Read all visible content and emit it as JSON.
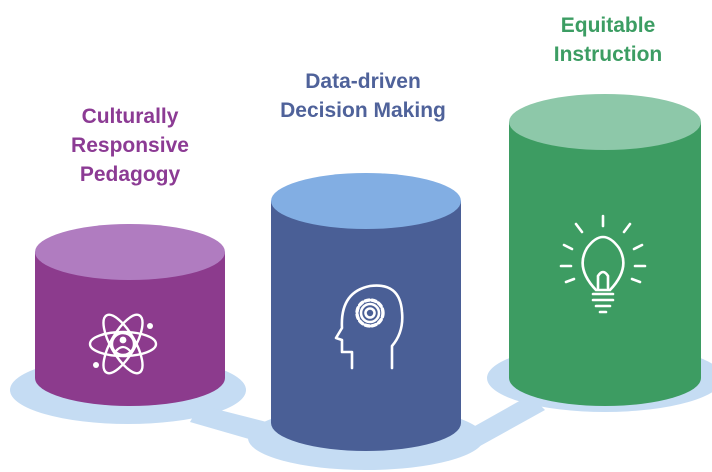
{
  "pillars": [
    {
      "title_lines": [
        "Culturally",
        "Responsive",
        "Pedagogy"
      ],
      "icon": "atom-person-icon",
      "colors": {
        "body": "#8c3b8d",
        "top": "#b07cc0",
        "label": "#8c3b94"
      }
    },
    {
      "title_lines": [
        "Data-driven",
        "Decision Making"
      ],
      "icon": "head-gear-icon",
      "colors": {
        "body": "#4a5f96",
        "top": "#82aee3",
        "label": "#4f629a"
      }
    },
    {
      "title_lines": [
        "Equitable",
        "Instruction"
      ],
      "icon": "lightbulb-icon",
      "colors": {
        "body": "#3d9c62",
        "top": "#8dc8a9",
        "label": "#3c9d63"
      }
    }
  ],
  "colors": {
    "base_ring": "#c5dcf3"
  }
}
